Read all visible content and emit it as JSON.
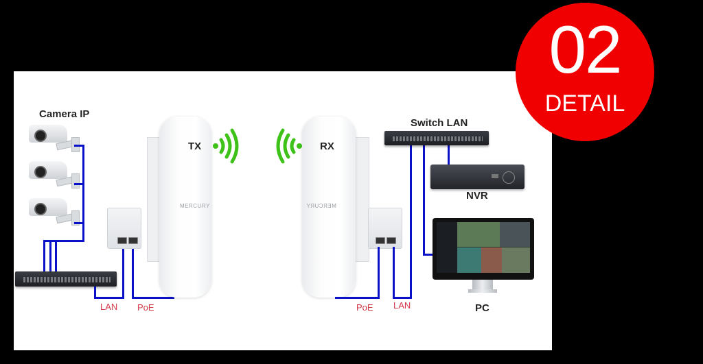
{
  "badge": {
    "number": "02",
    "text": "DETAIL",
    "color": "#f00000"
  },
  "diagram": {
    "left_side": {
      "camera_label": "Camera IP",
      "camera_count": 3,
      "switch": "network-switch",
      "poe_injector": "poe-injector",
      "cpe_label": "TX",
      "cpe_brand": "MERCURY",
      "wire_labels": {
        "lan": "LAN",
        "poe": "PoE"
      }
    },
    "right_side": {
      "cpe_label": "RX",
      "cpe_brand": "MERCURY",
      "switch_label": "Switch LAN",
      "nvr_label": "NVR",
      "pc_label": "PC",
      "wire_labels": {
        "poe": "PoE",
        "lan": "LAN"
      }
    },
    "colors": {
      "wire": "#0a12c8",
      "signal": "#3ec21a",
      "wire_label": "#d23a48",
      "background": "#000000",
      "panel": "#ffffff"
    }
  }
}
